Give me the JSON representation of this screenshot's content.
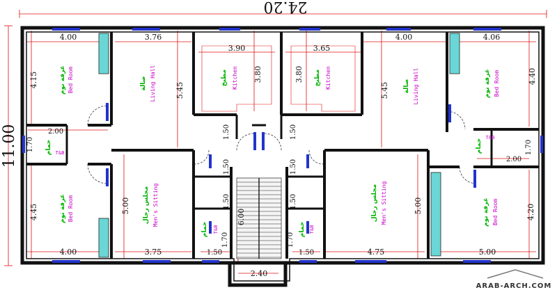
{
  "overall": {
    "width_label": "24.20",
    "height_label": "11.00"
  },
  "rooms": {
    "bed_tl": {
      "ar": "غرفة نوم",
      "en": "Bed Room",
      "w": "4.00",
      "h": "4.15"
    },
    "living_l": {
      "ar": "صالة",
      "en": "Living Hall",
      "w": "3.76",
      "h": "5.45"
    },
    "kitchen_l": {
      "ar": "مطبخ",
      "en": "Kitchen",
      "w": "3.90",
      "h": "3.80"
    },
    "kitchen_r": {
      "ar": "مطبخ",
      "en": "Kitchen",
      "w": "3.65",
      "h": "3.80"
    },
    "living_r": {
      "ar": "صالة",
      "en": "Living Hall",
      "w": "4.00",
      "h": "5.45"
    },
    "bed_tr": {
      "ar": "غرفة نوم",
      "en": "Bed Room",
      "w": "4.06",
      "h": "4.40"
    },
    "bath_l": {
      "ar": "حمام",
      "en": "T&B",
      "w": "2.00",
      "h": "1.70"
    },
    "bath_r": {
      "ar": "حمام",
      "en": "T&B",
      "w": "2.00",
      "h": "1.70"
    },
    "bed_bl": {
      "ar": "غرفة نوم",
      "en": "Bed Room",
      "w": "4.00",
      "h": "4.45"
    },
    "sitting_l": {
      "ar": "مجلس رجال",
      "en": "Men's Sitting",
      "w": "3.75",
      "h": "5.00"
    },
    "sitting_r": {
      "ar": "مجلس رجال",
      "en": "Men's Sitting",
      "w": "4.75",
      "h": "5.00"
    },
    "bed_br": {
      "ar": "غرفة نوم",
      "en": "Bed Room",
      "w": "5.00",
      "h": "4.20"
    },
    "wc_l": {
      "ar": "حمام",
      "en": "T&B",
      "w": "1.50",
      "h": "1.70"
    },
    "wc_r": {
      "ar": "حمام",
      "en": "T&B",
      "w": "1.50",
      "h": "1.70"
    },
    "stair": {
      "w": "2.40",
      "h": "6.00"
    }
  },
  "core_dims": [
    "1.50",
    "1.50",
    "1.50",
    "1.50",
    "1.50",
    "1.50"
  ],
  "watermark": "ARAB-ARCH.COM",
  "colors": {
    "wall": "#111111",
    "dim": "#e01010",
    "window": "#2233cc",
    "room_en": "#c800c8",
    "room_ar": "#00b400",
    "tile": "#6ad6d6"
  }
}
